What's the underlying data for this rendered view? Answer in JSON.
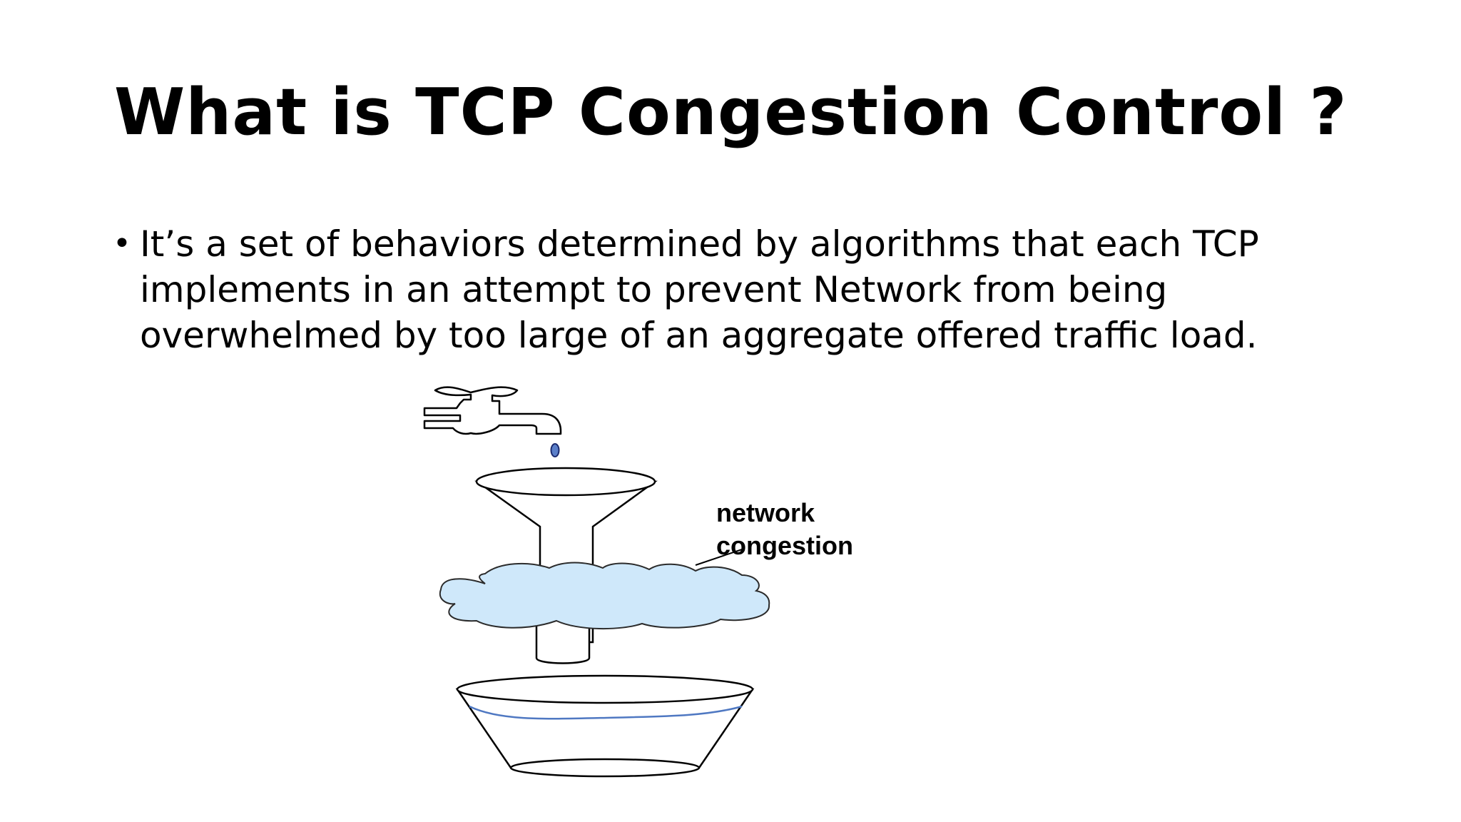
{
  "slide": {
    "title": "What is TCP Congestion Control ?",
    "bullets": [
      {
        "marker": "•",
        "text": "It’s a set of behaviors determined by algorithms that each TCP implements in an attempt to prevent Network from being overwhelmed by too large of an aggregate offered traffic load."
      }
    ]
  },
  "diagram": {
    "label_line1": "network",
    "label_line2": "congestion",
    "colors": {
      "cloud": "#cfe8fa",
      "water_drop": "#5b7fc9",
      "water_line": "#4f78c2",
      "outline": "#000000"
    },
    "icons": [
      "faucet-icon",
      "water-drop-icon",
      "funnel-icon",
      "cloud-icon",
      "bucket-icon"
    ]
  }
}
